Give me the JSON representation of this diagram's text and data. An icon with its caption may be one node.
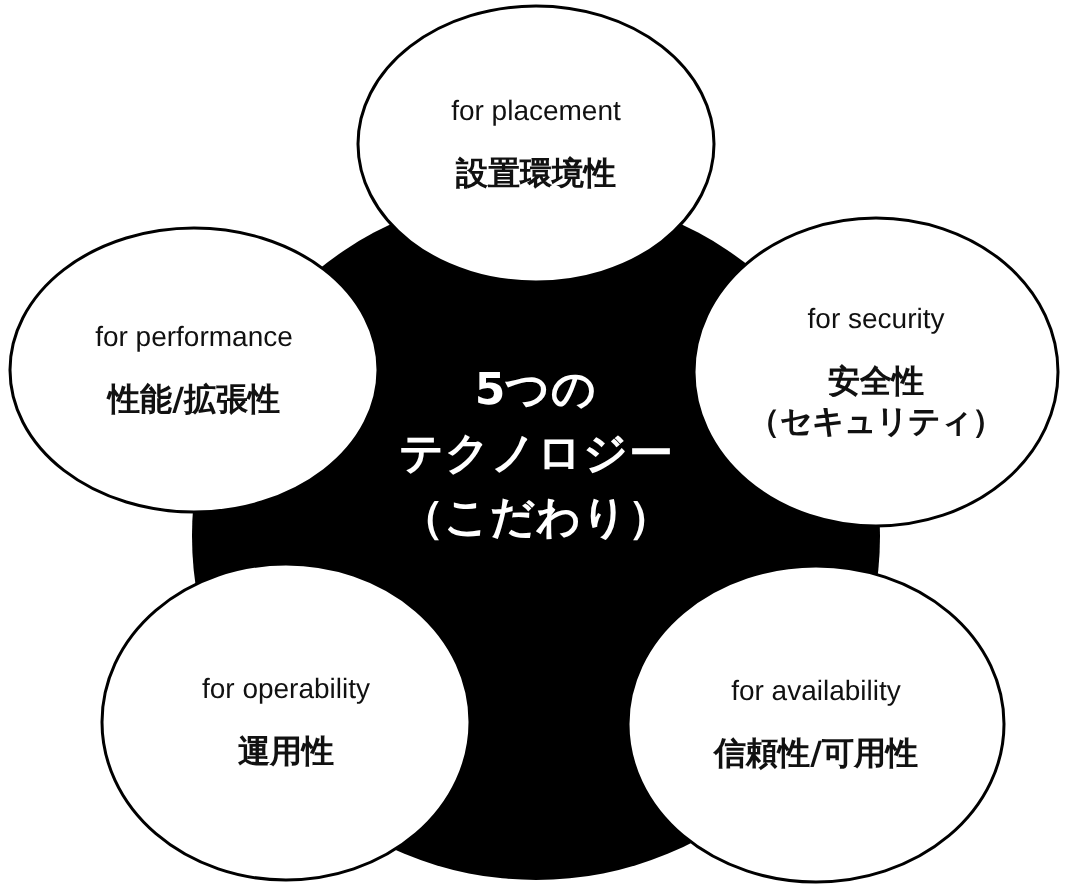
{
  "diagram": {
    "nodes": [
      {
        "text": [
          "5つのテクノロジー（こだわり）"
        ]
      },
      {
        "text": [
          "for placement",
          "設置環境性"
        ]
      },
      {
        "text": [
          "for performance",
          "性能/拡張性"
        ]
      },
      {
        "text": [
          "for security",
          "安全性（セキュリティ）"
        ]
      },
      {
        "text": [
          "for operability",
          "運用性"
        ]
      },
      {
        "text": [
          "for availability",
          "信頼性/可用性"
        ]
      }
    ]
  }
}
